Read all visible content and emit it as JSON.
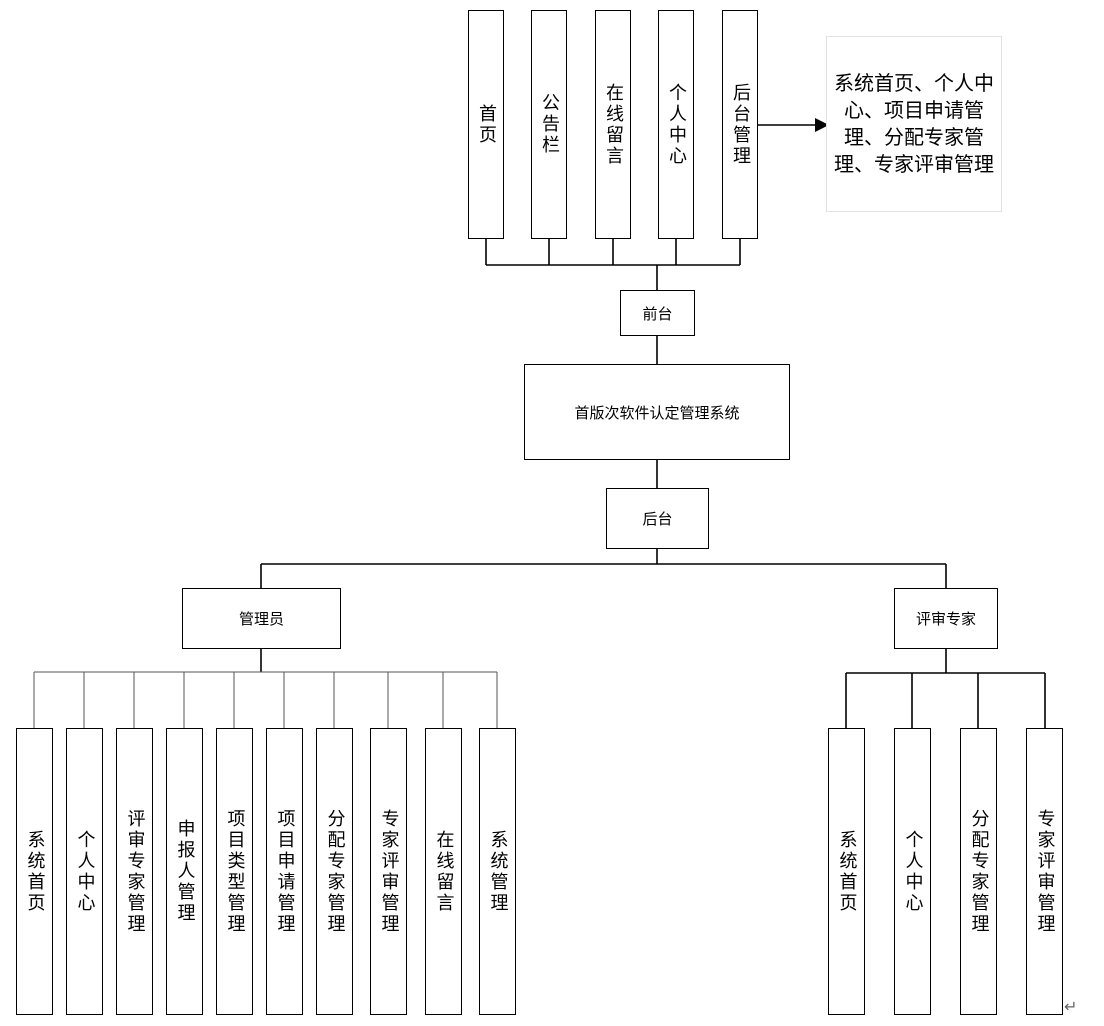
{
  "frontend": {
    "modules": [
      "首页",
      "公告栏",
      "在线留言",
      "个人中心",
      "后台管理"
    ],
    "hub": "前台",
    "note": "系统首页、个人中心、项目申请管理、分配专家管理、专家评审管理"
  },
  "system": {
    "title": "首版次软件认定管理系统"
  },
  "backend": {
    "hub": "后台",
    "admin": {
      "label": "管理员",
      "modules": [
        "系统首页",
        "个人中心",
        "评审专家管理",
        "申报人管理",
        "项目类型管理",
        "项目申请管理",
        "分配专家管理",
        "专家评审管理",
        "在线留言",
        "系统管理"
      ]
    },
    "expert": {
      "label": "评审专家",
      "modules": [
        "系统首页",
        "个人中心",
        "分配专家管理",
        "专家评审管理"
      ]
    }
  },
  "paragraph_mark": "↵"
}
